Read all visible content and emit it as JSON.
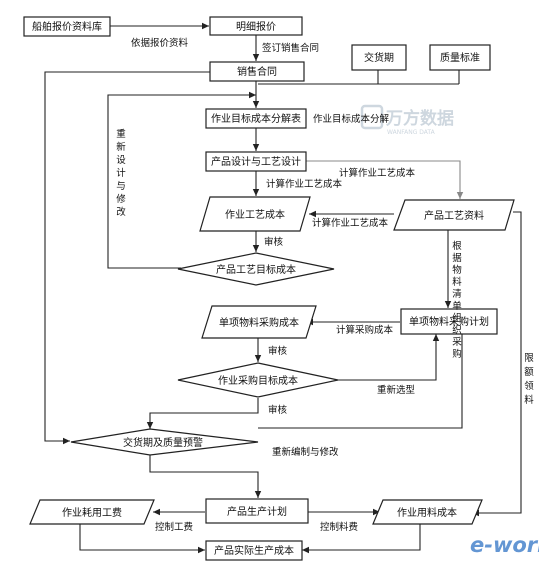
{
  "nodes": {
    "ship_db": "船舶报价资料库",
    "detail_quote": "明细报价",
    "delivery": "交货期",
    "quality": "质量标准",
    "sales_contract": "销售合同",
    "op_target_table": "作业目标成本分解表",
    "design": "产品设计与工艺设计",
    "op_process_cost": "作业工艺成本",
    "product_process_data": "产品工艺资料",
    "process_target_cost": "产品工艺目标成本",
    "single_purchase_cost": "单项物料采购成本",
    "single_purchase_plan": "单项物料采购计划",
    "purchase_target_cost": "作业采购目标成本",
    "delivery_quality_warn": "交货期及质量预警",
    "prod_plan": "产品生产计划",
    "labor_cost": "作业耗用工费",
    "material_cost": "作业用料成本",
    "actual_cost": "产品实际生产成本"
  },
  "edges": {
    "by_quote_data": "依据报价资料",
    "sign_contract": "签订销售合同",
    "op_target_decompose": "作业目标成本分解",
    "calc_process_cost_a": "计算作业工艺成本",
    "calc_process_cost_b": "计算作业工艺成本",
    "calc_process_cost_c": "计算作业工艺成本",
    "review_a": "审核",
    "review_b": "审核",
    "review_c": "审核",
    "redesign": "重新设计与修改",
    "by_material_list": "根据物料清单组织采购",
    "calc_purchase_cost": "计算采购成本",
    "reselect": "重新选型",
    "limit_pick": "限额领料",
    "reedit": "重新编制与修改",
    "control_labor": "控制工费",
    "control_material": "控制料费"
  },
  "watermarks": {
    "wanfang_cn": "万方数据",
    "wanfang_en": "WANFANG DATA",
    "eworks": "e-works"
  },
  "colors": {
    "line": "#222222",
    "secondary_line": "#888888",
    "watermark": "#c9d3dc",
    "eworks": "#3d7cc9"
  }
}
